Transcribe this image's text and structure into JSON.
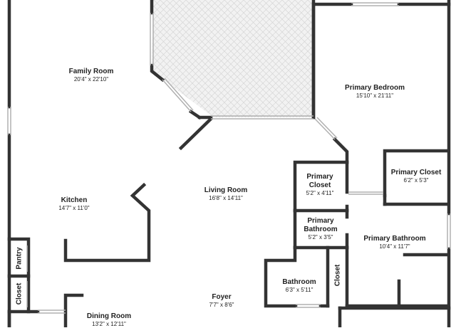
{
  "rooms": {
    "family_room": {
      "name": "Family Room",
      "dims": "20'4\" x 22'10\""
    },
    "primary_bedroom": {
      "name": "Primary Bedroom",
      "dims": "15'10\" x 21'11\""
    },
    "primary_closet_right": {
      "name": "Primary Closet",
      "dims": "6'2\" x 5'3\""
    },
    "primary_closet_mid": {
      "name": "Primary\nCloset",
      "name_l1": "Primary",
      "name_l2": "Closet",
      "dims": "5'2\" x 4'11\""
    },
    "kitchen": {
      "name": "Kitchen",
      "dims": "14'7\" x 11'0\""
    },
    "living_room": {
      "name": "Living Room",
      "dims": "16'8\" x 14'11\""
    },
    "primary_bathroom_small": {
      "name_l1": "Primary",
      "name_l2": "Bathroom",
      "dims": "5'2\" x 3'5\""
    },
    "primary_bathroom": {
      "name": "Primary Bathroom",
      "dims": "10'4\" x 11'7\""
    },
    "bathroom": {
      "name": "Bathroom",
      "dims": "6'3\" x 5'11\""
    },
    "foyer": {
      "name": "Foyer",
      "dims": "7'7\" x 8'6\""
    },
    "dining_room": {
      "name": "Dining Room",
      "dims": "13'2\" x 12'11\""
    },
    "pantry": {
      "name": "Pantry"
    },
    "closet_left": {
      "name": "Closet"
    },
    "closet_right": {
      "name": "Closet"
    }
  },
  "colors": {
    "wall": "#333333",
    "window": "#b0b0b0",
    "tile": "#f2f2f2",
    "tile_line": "#d6d6d6"
  }
}
